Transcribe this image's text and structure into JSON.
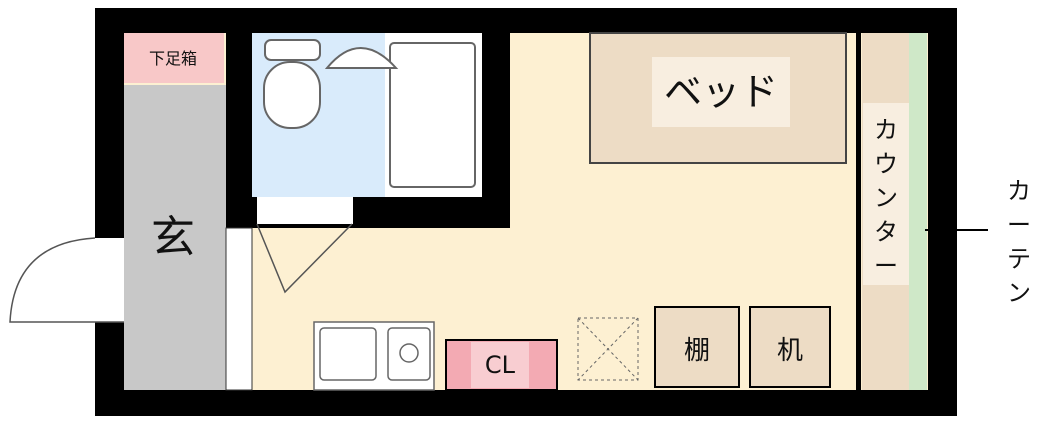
{
  "labels": {
    "shoe_box": "下足箱",
    "entrance": "玄",
    "bed": "ベッド",
    "counter": [
      "カ",
      "ウ",
      "ン",
      "タ",
      "ー"
    ],
    "curtain": [
      "カ",
      "ー",
      "テ",
      "ン"
    ],
    "closet": "CL",
    "shelf": "棚",
    "desk": "机"
  },
  "colors": {
    "wall": "#000000",
    "floor": "#fdf0d2",
    "bathroom": "#d9ebfb",
    "entrance": "#c8c8c8",
    "shoe_box": "#f8c8c8",
    "furniture": "#eddcc5",
    "closet_fill": "#f3aab3",
    "curtain": "#cfe8c8"
  }
}
